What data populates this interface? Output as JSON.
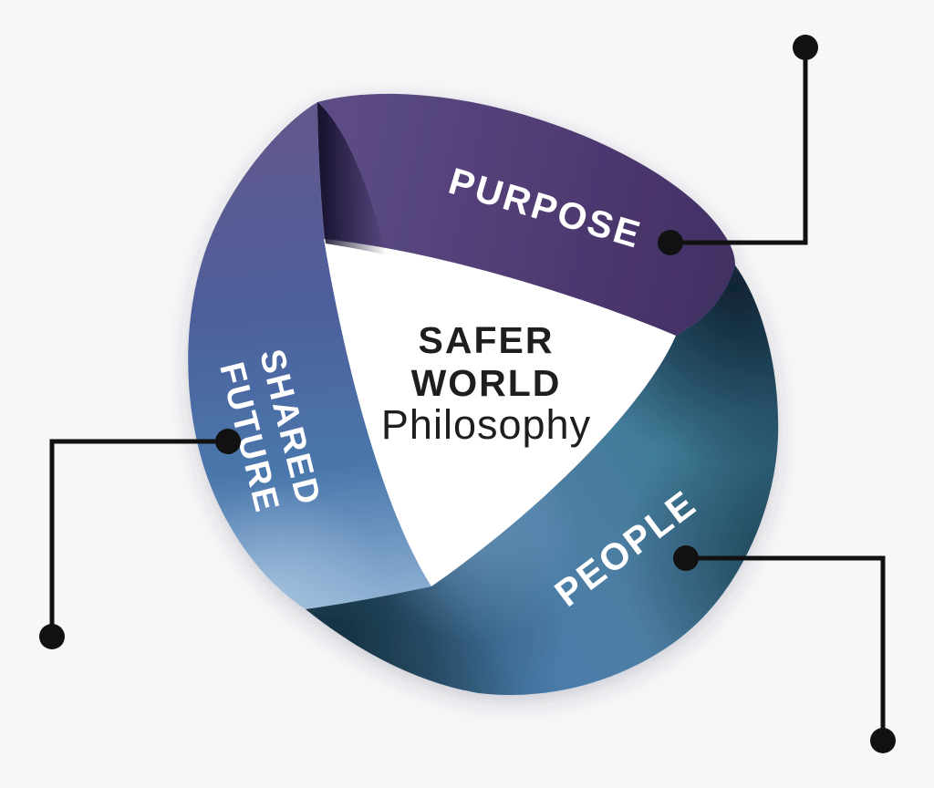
{
  "diagram": {
    "title": {
      "line1": "SAFER",
      "line2": "WORLD",
      "line3": "Philosophy"
    },
    "labels": {
      "purpose": "PURPOSE",
      "shared": "SHARED",
      "future": "FUTURE",
      "people": "PEOPLE"
    },
    "colors": {
      "background": "#f7f7f7",
      "inner": "#ffffff",
      "connector": "#111111",
      "label_text": "#ffffff",
      "center_text": "#1e1e1e",
      "purple_light": "#5c4c85",
      "purple_mid": "#503c73",
      "purple_dark": "#412f63",
      "blue_top": "#63588c",
      "blue_mid": "#4e5e9b",
      "blue_steel": "#4a77ac",
      "blue_light": "#8fb2d4",
      "teal_left": "#2c5066",
      "teal_blue": "#497cab",
      "teal_mid": "#4d7ea4",
      "teal": "#3e7a95",
      "teal_dark": "#2b5a72"
    }
  }
}
